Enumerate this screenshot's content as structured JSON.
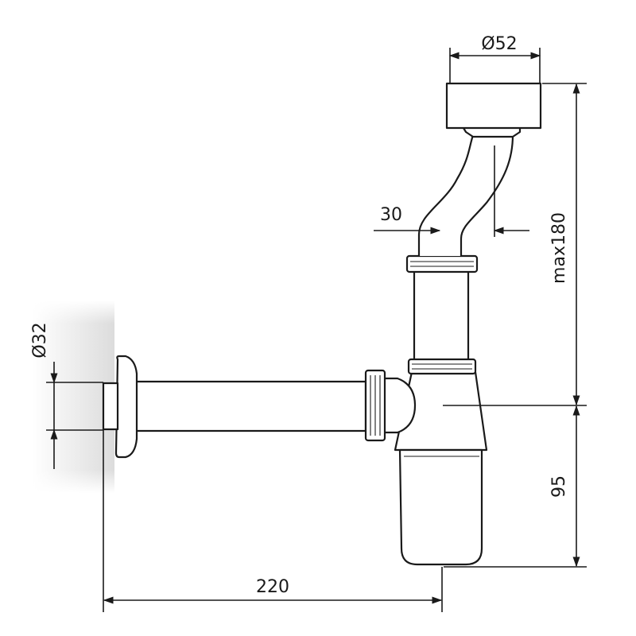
{
  "dimensions": {
    "top_diameter": "Ø52",
    "offset": "30",
    "height_max": "max180",
    "wall_diameter": "Ø32",
    "trap_depth": "95",
    "length": "220"
  }
}
